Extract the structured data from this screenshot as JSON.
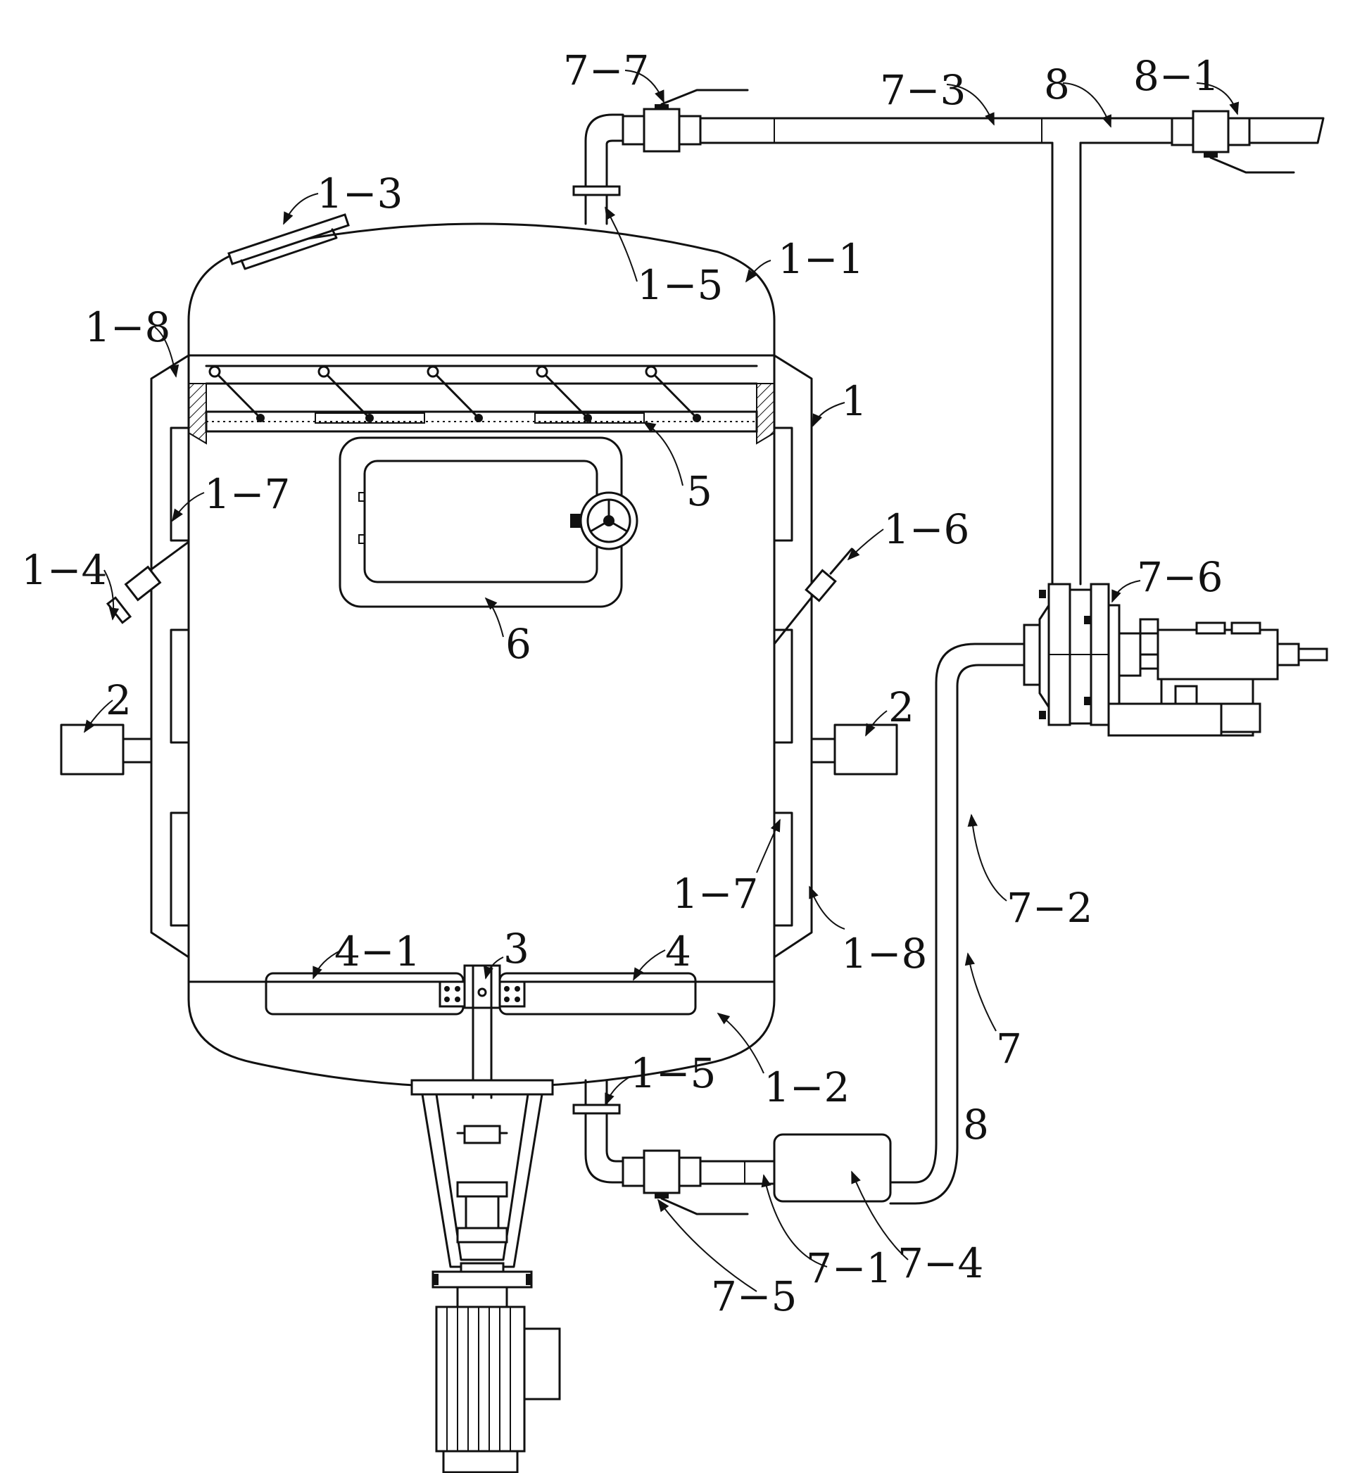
{
  "labels": {
    "l_7_7": "7−7",
    "l_7_3": "7−3",
    "l_8_top": "8",
    "l_8_1": "8−1",
    "l_1_3": "1−3",
    "l_1_1": "1−1",
    "l_1_5_top": "1−5",
    "l_1_8_left": "1−8",
    "l_1": "1",
    "l_5": "5",
    "l_1_7_left": "1−7",
    "l_1_6": "1−6",
    "l_7_6": "7−6",
    "l_1_4": "1−4",
    "l_6": "6",
    "l_2_left": "2",
    "l_2_right": "2",
    "l_7_2": "7−2",
    "l_1_7_right": "1−7",
    "l_1_8_right": "1−8",
    "l_4_1": "4−1",
    "l_3": "3",
    "l_4": "4",
    "l_7": "7",
    "l_1_5_bottom": "1−5",
    "l_1_2": "1−2",
    "l_8_bottom": "8",
    "l_7_5": "7−5",
    "l_7_1": "7−1",
    "l_7_4": "7−4"
  }
}
